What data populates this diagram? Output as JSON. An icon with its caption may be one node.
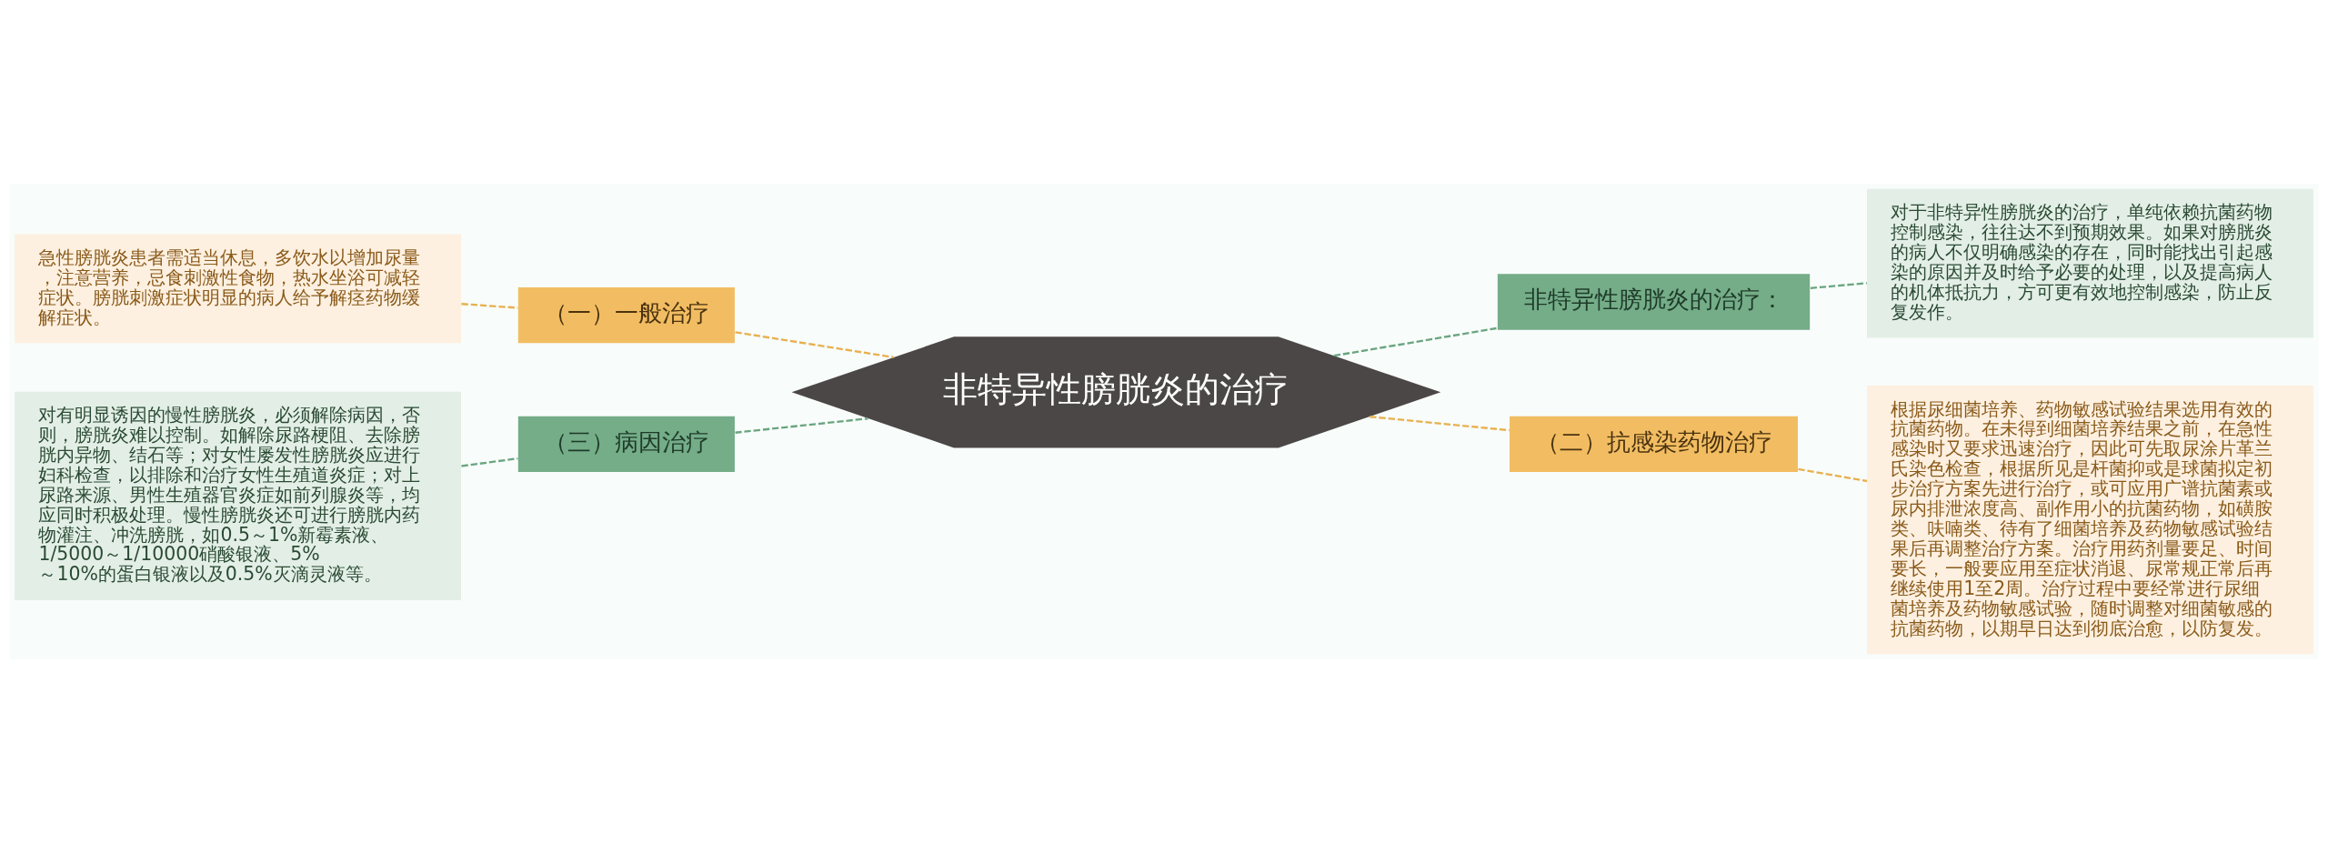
{
  "diagram": {
    "nodes": [
      {
        "text": [
          "非特异性膀胱炎的治疗"
        ]
      },
      {
        "text": [
          "非特异性膀胱炎的治疗："
        ]
      },
      {
        "text": [
          "对于非特异性膀胱炎的治疗，单纯依赖抗菌药物控制感染，往往达不到预期效果。如果对膀胱炎的病人不仅明确感染的存在，同时能找出引起感染的原因并及时给予必要的处理，以及提高病人的机体抵抗力，方可更有效地控制感染，防止反复发作。"
        ]
      },
      {
        "text": [
          "（一）一般治疗"
        ]
      },
      {
        "text": [
          "急性膀胱炎患者需适当休息，多饮水以增加尿量，注意营养，忌食刺激性食物，热水坐浴可减轻症状。膀胱刺激症状明显的病人给予解痉药物缓解症状。"
        ]
      },
      {
        "text": [
          "（二）抗感染药物治疗"
        ]
      },
      {
        "text": [
          "根据尿细菌培养、药物敏感试验结果选用有效的抗菌药物。在未得到细菌培养结果之前，在急性感染时又要求迅速治疗，因此可先取尿涂片革兰氏染色检查，根据所见是杆菌抑或是球菌拟定初步治疗方案先进行治疗，或可应用广谱抗菌素或尿内排泄浓度高、副作用小的抗菌药物，如磺胺类、呋喃类、待有了细菌培养及药物敏感试验结果后再调整治疗方案。治疗用药剂量要足、时间要长，一般要应用至症状消退、尿常规正常后再继续使用1至2周。治疗过程中要经常进行尿细菌培养及药物敏感试验，随时调整对细菌敏感的抗菌药物，以期早日达到彻底治愈，以防复发。"
        ]
      },
      {
        "text": [
          "（三）病因治疗"
        ]
      },
      {
        "text": [
          "对有明显诱因的慢性膀胱炎，必须解除病因，否则，膀胱炎难以控制。如解除尿路梗阻、去除膀胱内异物、结石等；对女性屡发性膀胱炎应进行妇科检查，以排除和治疗女性生殖道炎症；对上尿路来源、男性生殖器官炎症如前列腺炎等，均应同时积极处理。慢性膀胱炎还可进行膀胱内药物灌注、冲洗膀胱，如0.5～1%新霉素液、1/5000～1/10000硝酸银液、5%～10%的蛋白银液以及0.5%灭滴灵液等。"
        ]
      }
    ],
    "edges": [
      {
        "from": 0,
        "to": 1,
        "arrow": "none",
        "style": "dashed",
        "color": "#6aa57f"
      },
      {
        "from": 1,
        "to": 2,
        "arrow": "none",
        "style": "dashed",
        "color": "#6aa57f"
      },
      {
        "from": 0,
        "to": 3,
        "arrow": "none",
        "style": "dashed",
        "color": "#e8b04e"
      },
      {
        "from": 3,
        "to": 4,
        "arrow": "none",
        "style": "dashed",
        "color": "#e8b04e"
      },
      {
        "from": 0,
        "to": 5,
        "arrow": "none",
        "style": "dashed",
        "color": "#e8b04e"
      },
      {
        "from": 5,
        "to": 6,
        "arrow": "none",
        "style": "dashed",
        "color": "#e8b04e"
      },
      {
        "from": 0,
        "to": 7,
        "arrow": "none",
        "style": "dashed",
        "color": "#6aa57f"
      },
      {
        "from": 7,
        "to": 8,
        "arrow": "none",
        "style": "dashed",
        "color": "#6aa57f"
      }
    ]
  }
}
